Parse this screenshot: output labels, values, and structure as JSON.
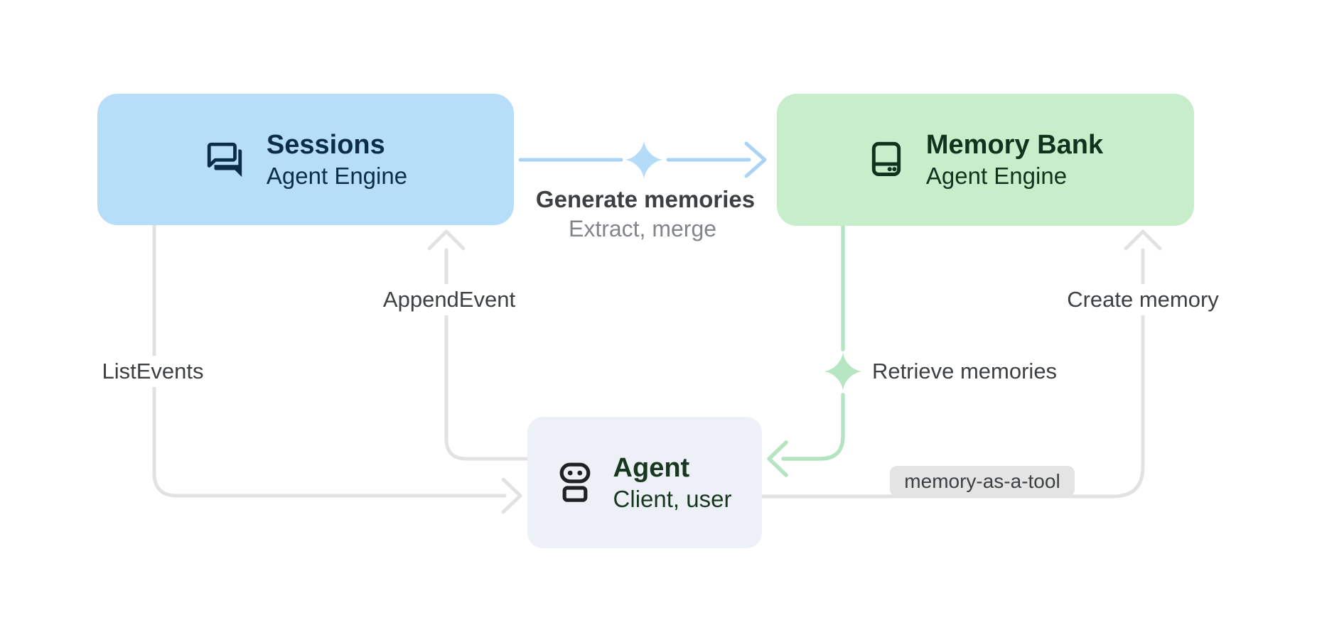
{
  "nodes": {
    "sessions": {
      "title": "Sessions",
      "subtitle": "Agent Engine",
      "icon": "chat-icon"
    },
    "memory_bank": {
      "title": "Memory Bank",
      "subtitle": "Agent Engine",
      "icon": "storage-icon"
    },
    "agent": {
      "title": "Agent",
      "subtitle": "Client, user",
      "icon": "robot-icon"
    }
  },
  "edges": {
    "generate": {
      "label": "Generate memories",
      "sublabel": "Extract, merge",
      "from": "Sessions",
      "to": "Memory Bank"
    },
    "append_event": {
      "label": "AppendEvent",
      "from": "Agent",
      "to": "Sessions"
    },
    "list_events": {
      "label": "ListEvents",
      "from": "Sessions",
      "to": "Agent"
    },
    "retrieve": {
      "label": "Retrieve memories",
      "from": "Memory Bank",
      "to": "Agent"
    },
    "create": {
      "label": "Create memory",
      "from": "Agent",
      "to": "Memory Bank"
    },
    "tool_badge": {
      "label": "memory-as-a-tool"
    }
  },
  "colors": {
    "canvas_bg": "#ffffff",
    "blue_box": "#b7def8",
    "blue_ink": "#0c2d4a",
    "green_box": "#c7edcb",
    "green_ink": "#0f331d",
    "agent_box": "#edf1f7",
    "agent_ink": "#17371f",
    "icon_dark": "#202124",
    "line_gray": "#e2e2e0",
    "line_blue": "#a9d4f6",
    "line_green": "#b5e5c0",
    "sparkle_blue": "#b4dcf9",
    "sparkle_green": "#b7e6c2",
    "label_dark": "#3c4043",
    "label_gray": "#82868b",
    "badge_bg": "#e4e4e4",
    "badge_text": "#3c4043"
  }
}
